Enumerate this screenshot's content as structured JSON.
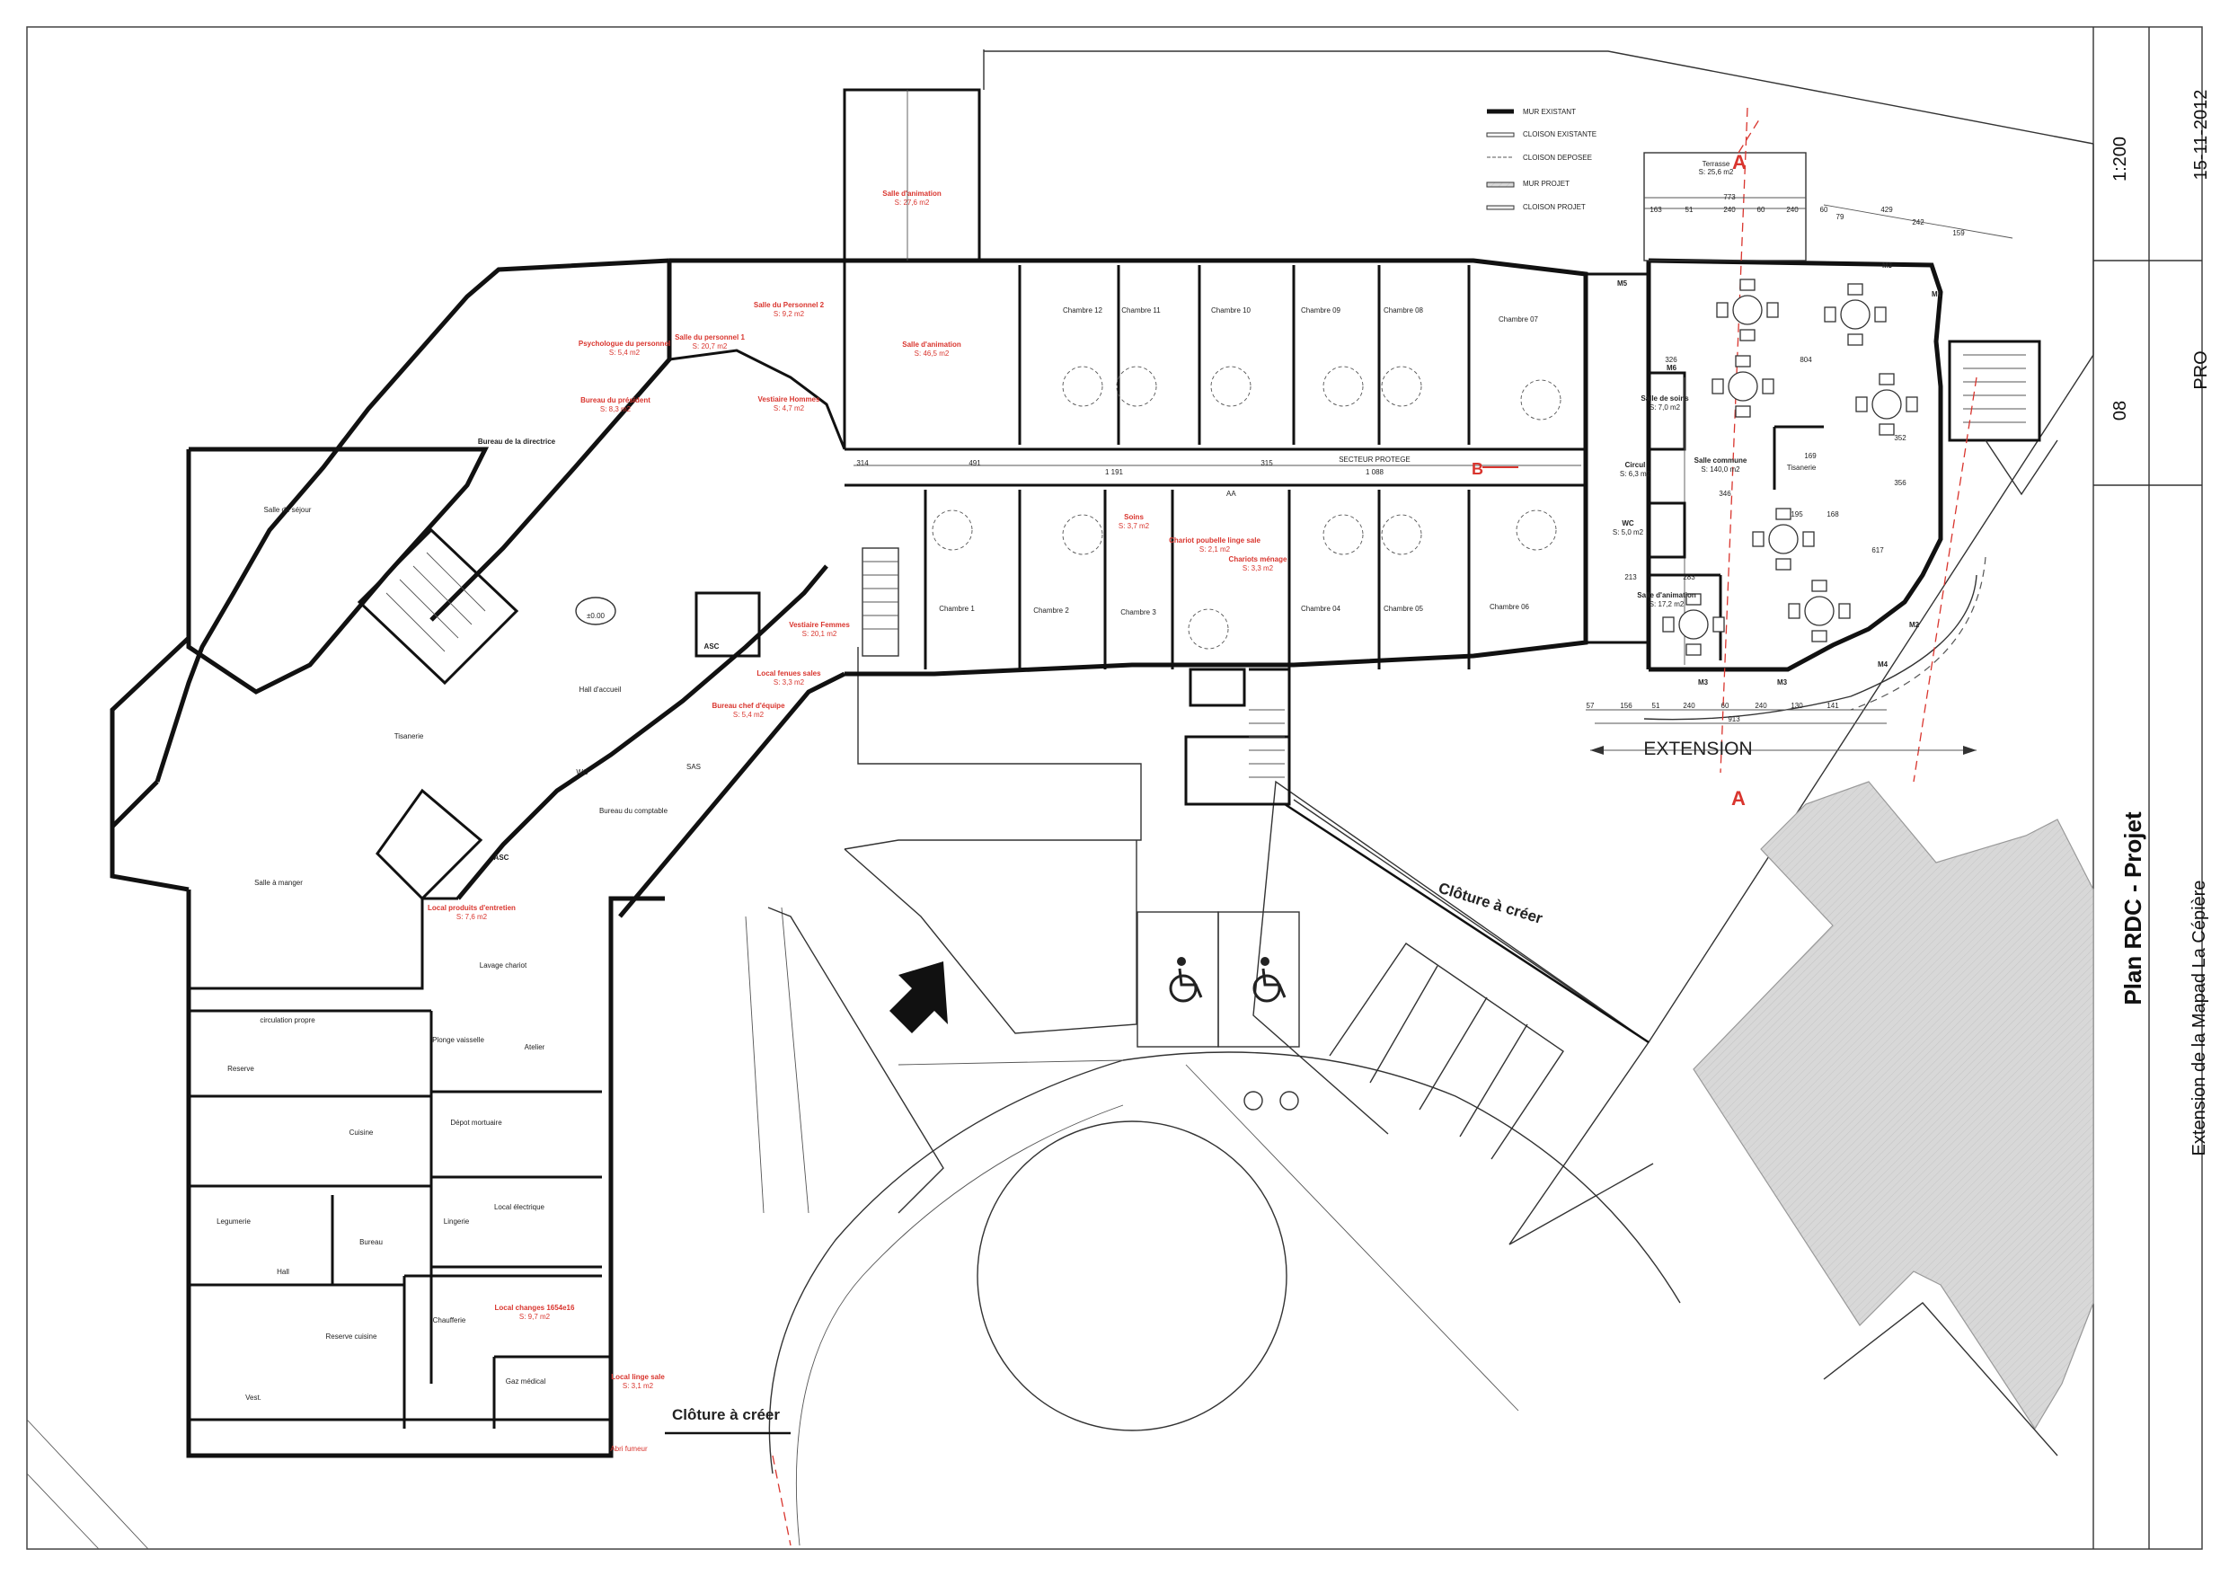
{
  "title_block": {
    "plan_title": "Plan RDC - Projet",
    "project": "Extension de la Mapad La Cépière",
    "scale": "1:200",
    "sheet_number": "08",
    "date": "15-11-2012",
    "phase": "PRO"
  },
  "legend": {
    "items": [
      "MUR EXISTANT",
      "CLOISON EXISTANTE",
      "CLOISON DEPOSEE",
      "MUR PROJET",
      "CLOISON PROJET"
    ]
  },
  "labels": {
    "extension": "EXTENSION",
    "cloture_1": "Clôture à créer",
    "cloture_2": "Clôture à créer",
    "section_a_top": "A",
    "section_a_bottom": "A",
    "section_b": "B",
    "secteur": "SECTEUR PROTEGE"
  },
  "rooms_existing": [
    "Salle de séjour",
    "Salle à manger",
    "Hall d'accueil",
    "Tisanerie",
    "ASC",
    "ASC",
    "WC",
    "SAS",
    "Bureau du comptable",
    "Bureau de la directrice",
    "circulation propre",
    "Reserve",
    "Cuisine",
    "Legumerie",
    "Hall",
    "Vest.",
    "Bureau",
    "Reserve cuisine",
    "Chaufferie",
    "Gaz médical",
    "Lingerie",
    "Local électrique",
    "Dépot mortuaire",
    "Plonge vaisselle",
    "Atelier",
    "Lavage chariot",
    "Chambre 12",
    "Chambre 11",
    "Chambre 10",
    "Chambre 09",
    "Chambre 08",
    "Chambre 07",
    "Chambre 1",
    "Chambre 2",
    "Chambre 3",
    "Chambre 04",
    "Chambre 05",
    "Chambre 06"
  ],
  "rooms_project": [
    {
      "name": "Salle d'animation",
      "area": "S: 27,6 m2"
    },
    {
      "name": "Salle d'animation",
      "area": "S: 46,5 m2"
    },
    {
      "name": "Salle du Personnel 2",
      "area": "S: 9,2 m2"
    },
    {
      "name": "Salle du personnel 1",
      "area": "S: 20,7 m2"
    },
    {
      "name": "Vestiaire Hommes",
      "area": "S: 4,7 m2"
    },
    {
      "name": "Vestiaire Femmes",
      "area": "S: 20,1 m2"
    },
    {
      "name": "Local fenues sales",
      "area": "S: 3,3 m2"
    },
    {
      "name": "Bureau chef d'équipe",
      "area": "S: 5,4 m2"
    },
    {
      "name": "Bureau du président",
      "area": "S: 8,3 m2"
    },
    {
      "name": "Psychologue du personnel",
      "area": "S: 5,4 m2"
    },
    {
      "name": "Soins",
      "area": "S: 3,7 m2"
    },
    {
      "name": "Chariot poubelle linge sale",
      "area": "S: 2,1 m2"
    },
    {
      "name": "Chariots ménage",
      "area": "S: 3,3 m2"
    },
    {
      "name": "Local produits d'entretien",
      "area": "S: 7,6 m2"
    },
    {
      "name": "Local changes 1654e16",
      "area": "S: 9,7 m2"
    },
    {
      "name": "Local linge sale",
      "area": "S: 3,1 m2"
    },
    {
      "name": "Abri fumeur",
      "area": ""
    },
    {
      "name": "Terrasse",
      "area": "S: 25,6 m2"
    },
    {
      "name": "Salle de soins",
      "area": "S: 7,0 m2"
    },
    {
      "name": "Salle commune",
      "area": "S: 140,0 m2"
    },
    {
      "name": "Tisanerie",
      "area": ""
    },
    {
      "name": "Circul",
      "area": "S: 6,3 m2"
    },
    {
      "name": "WC",
      "area": "S: 5,0 m2"
    },
    {
      "name": "Salle d'animation",
      "area": "S: 17,2 m2"
    }
  ],
  "marks": {
    "m1": "M1",
    "m2": "M2",
    "m3": "M3",
    "m4": "M4",
    "m5": "M5",
    "m6": "M6",
    "stair": "AA",
    "level": "±0.00"
  },
  "dimensions": {
    "top_row": [
      "163",
      "51",
      "240",
      "60",
      "240",
      "60",
      "79"
    ],
    "top_total": "773",
    "right_top": [
      "429",
      "242",
      "159"
    ],
    "corridor": [
      "314",
      "491",
      "1 191",
      "315",
      "1 088"
    ],
    "bottom_row": [
      "57",
      "156",
      "51",
      "240",
      "60",
      "240",
      "130",
      "141"
    ],
    "bottom_total": "913",
    "inner": [
      "326",
      "804",
      "352",
      "346",
      "356",
      "617",
      "213",
      "283",
      "195",
      "168",
      "169"
    ]
  },
  "colors": {
    "red_annotation": "#d9352e",
    "wall": "#111111",
    "hatch_gray": "#d8d8d8"
  }
}
